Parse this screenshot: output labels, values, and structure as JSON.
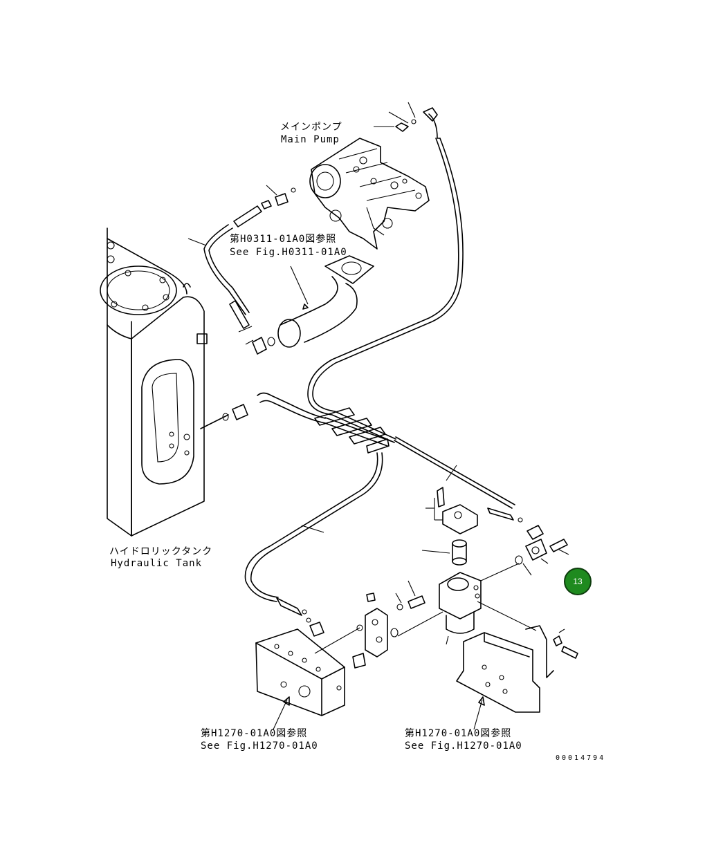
{
  "labels": {
    "main_pump_jp": "メインポンプ",
    "main_pump_en": "Main Pump",
    "ref_h0311_jp": "第H0311-01A0図参照",
    "ref_h0311_en": "See Fig.H0311-01A0",
    "hydraulic_tank_jp": "ハイドロリックタンク",
    "hydraulic_tank_en": "Hydraulic Tank",
    "ref_h1270_left_jp": "第H1270-01A0図参照",
    "ref_h1270_left_en": "See Fig.H1270-01A0",
    "ref_h1270_right_jp": "第H1270-01A0図参照",
    "ref_h1270_right_en": "See Fig.H1270-01A0",
    "drawing_number": "00014794"
  },
  "callout": {
    "number": "13",
    "color": "#1f8a1f"
  }
}
